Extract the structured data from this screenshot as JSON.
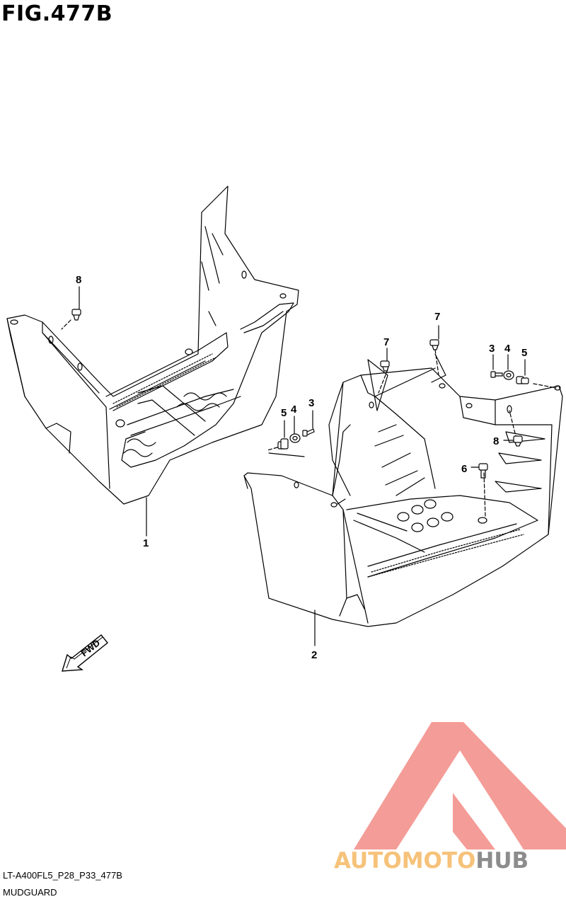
{
  "figure": {
    "title": "FIG.477B",
    "code": "LT-A400FL5_P28_P33_477B",
    "name": "MUDGUARD"
  },
  "fwd_arrow": {
    "label": "FWD"
  },
  "callouts": {
    "c1": "1",
    "c2": "2",
    "c3a": "3",
    "c3b": "3",
    "c4a": "4",
    "c4b": "4",
    "c5a": "5",
    "c5b": "5",
    "c6": "6",
    "c7a": "7",
    "c7b": "7",
    "c8a": "8",
    "c8b": "8"
  },
  "watermark": {
    "part1": "AUTOMOTO",
    "part2": "HUB",
    "colors": {
      "triangle": "#f28b85",
      "text_orange": "#f6c27a",
      "text_gray": "#8c8c8c"
    }
  }
}
